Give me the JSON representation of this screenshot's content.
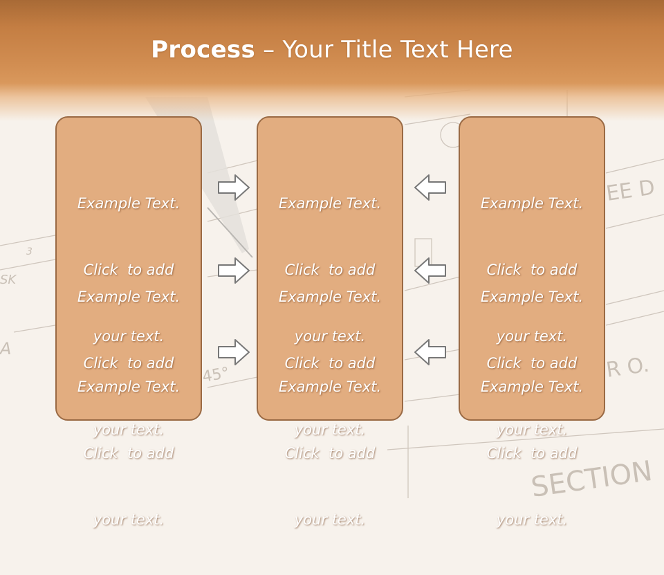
{
  "slide": {
    "title_bold": "Process",
    "title_rest": " – Your Title Text Here"
  },
  "columns": [
    {
      "items": [
        {
          "lines": [
            "Example Text.",
            "Click  to add",
            "your text."
          ]
        },
        {
          "lines": [
            "Example Text.",
            "Click  to add",
            "your text."
          ]
        },
        {
          "lines": [
            "Example Text.",
            "Click  to add",
            "your text."
          ]
        }
      ]
    },
    {
      "items": [
        {
          "lines": [
            "Example Text.",
            "Click  to add",
            "your text."
          ]
        },
        {
          "lines": [
            "Example Text.",
            "Click  to add",
            "your text."
          ]
        },
        {
          "lines": [
            "Example Text.",
            "Click  to add",
            "your text."
          ]
        }
      ]
    },
    {
      "items": [
        {
          "lines": [
            "Example Text.",
            "Click  to add",
            "your text."
          ]
        },
        {
          "lines": [
            "Example Text.",
            "Click  to add",
            "your text."
          ]
        },
        {
          "lines": [
            "Example Text.",
            "Click  to add",
            "your text."
          ]
        }
      ]
    }
  ],
  "arrows": {
    "left_group": "right-arrow-icon",
    "right_group": "left-arrow-icon"
  },
  "colors": {
    "header": "#d28e52",
    "box_fill": "#e2ad80",
    "box_border": "#9a6a44",
    "arrow_fill": "#ffffff",
    "arrow_stroke": "#777777"
  },
  "background": {
    "drawing_texts": [
      "3",
      "SK",
      "A",
      "45°",
      "EE D",
      "R O.",
      "SECTION"
    ]
  }
}
